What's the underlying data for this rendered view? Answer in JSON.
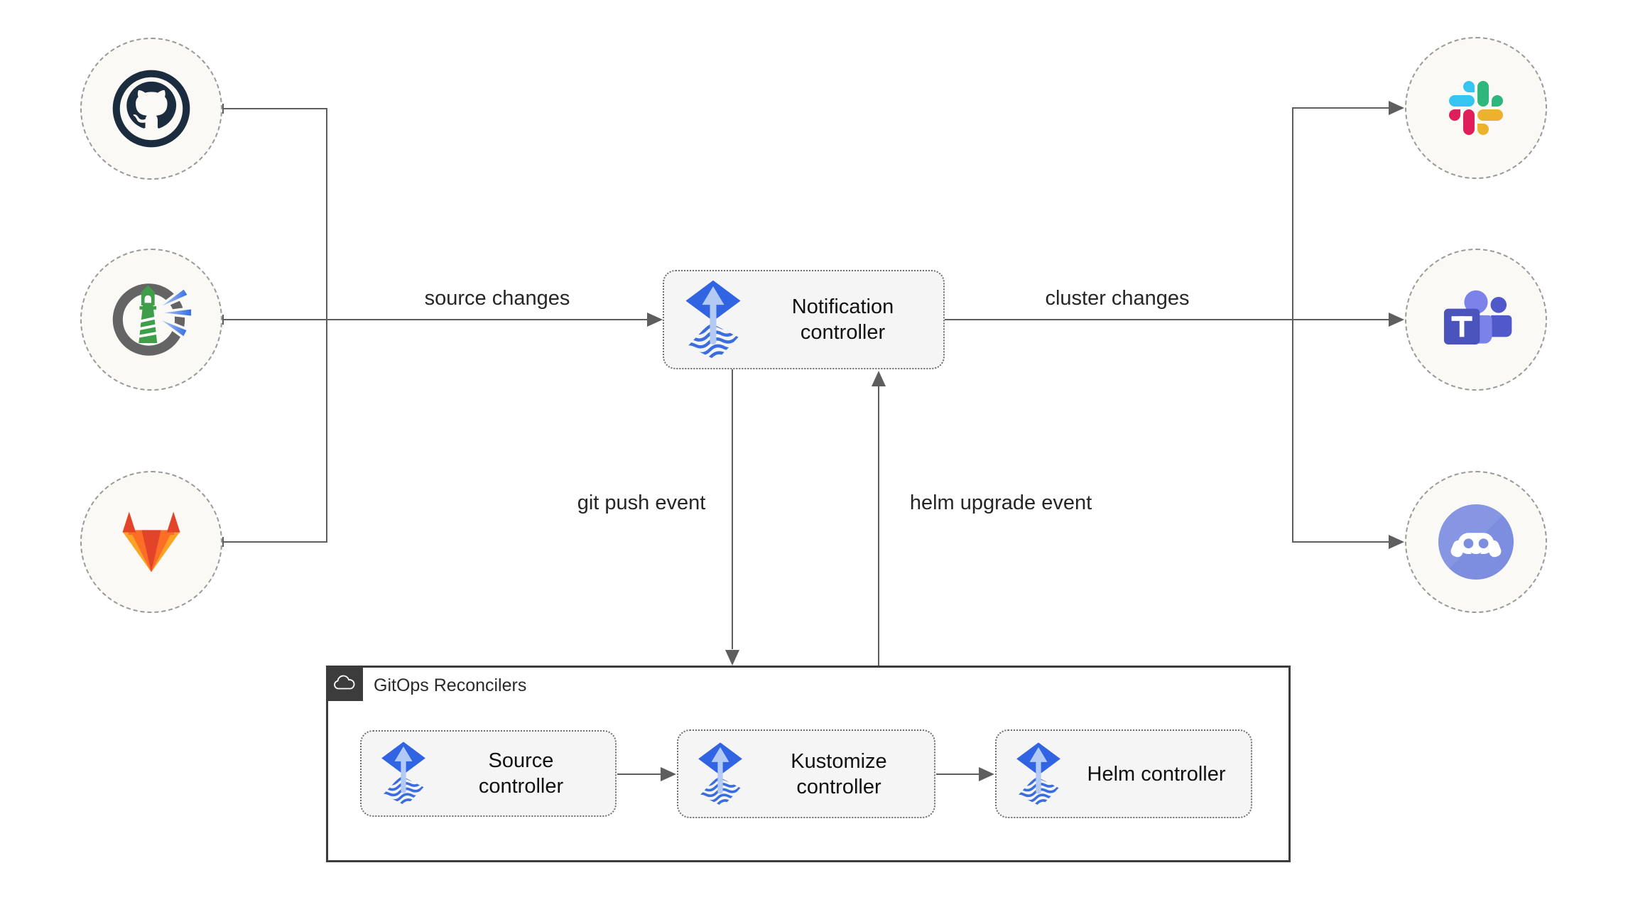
{
  "labels": {
    "notification": "Notification controller",
    "source_changes": "source changes",
    "cluster_changes": "cluster changes",
    "git_push_event": "git push event",
    "helm_upgrade_event": "helm upgrade event",
    "gitops_title": "GitOps Reconcilers",
    "controllers": [
      {
        "label": "Source controller"
      },
      {
        "label": "Kustomize controller"
      },
      {
        "label": "Helm controller"
      }
    ]
  },
  "nodes": {
    "sources": [
      {
        "name": "GitHub",
        "icon": "github-icon"
      },
      {
        "name": "Harbor",
        "icon": "harbor-icon"
      },
      {
        "name": "GitLab",
        "icon": "gitlab-icon"
      }
    ],
    "providers": [
      {
        "name": "Slack",
        "icon": "slack-icon"
      },
      {
        "name": "Microsoft Teams",
        "icon": "teams-icon"
      },
      {
        "name": "Discord",
        "icon": "discord-icon"
      }
    ]
  },
  "colors": {
    "flux_blue": "#3064e3",
    "flux_arrow_light": "#b3cbf4",
    "connector_gray": "#5e5e5e",
    "box_fill": "#f5f5f5",
    "circle_fill": "#faf9f6",
    "gitops_border": "#3c3c3c",
    "github": "#1b2c3e",
    "harbor_green": "#3f9e49",
    "gitlab_red": "#e24329",
    "gitlab_orange": "#fc6d26",
    "gitlab_yellow": "#fca326",
    "slack_blue": "#36C5F0",
    "slack_green": "#2EB67D",
    "slack_yellow": "#ECB22E",
    "slack_pink": "#E01E5A",
    "teams_purple": "#4b53bc",
    "teams_light": "#7b83eb",
    "teams_mid": "#5059c9",
    "discord_blurple": "#7d8ee1"
  }
}
